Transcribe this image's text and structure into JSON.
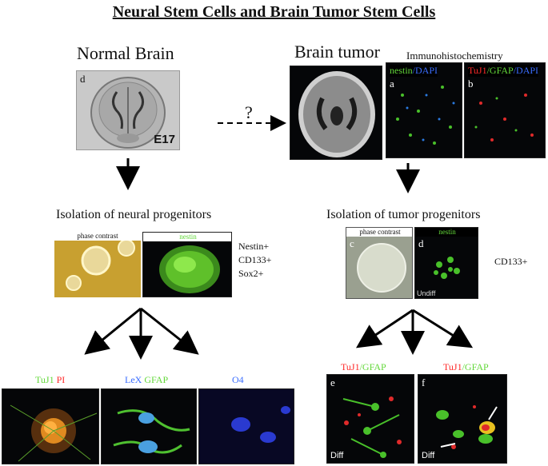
{
  "title": "Neural Stem Cells and Brain Tumor Stem Cells",
  "normal": {
    "header": "Normal Brain",
    "panel_letter": "d",
    "stage": "E17",
    "isolation": "Isolation of neural progenitors",
    "phase_label": "phase contrast",
    "nestin_label": "nestin",
    "markers": [
      "Nestin+",
      "CD133+",
      "Sox2+"
    ],
    "diff": [
      {
        "parts": [
          {
            "text": "TuJ1",
            "color": "green"
          },
          {
            "text": " PI",
            "color": "red"
          }
        ]
      },
      {
        "parts": [
          {
            "text": "LeX",
            "color": "blue"
          },
          {
            "text": " GFAP",
            "color": "green"
          }
        ]
      },
      {
        "parts": [
          {
            "text": "O4",
            "color": "blue"
          }
        ]
      }
    ]
  },
  "question": "?",
  "tumor": {
    "header": "Brain tumor",
    "ihc": "Immunohistochemistry",
    "panel_a": {
      "letter": "a",
      "parts": [
        {
          "text": "nestin",
          "color": "green"
        },
        {
          "text": "/DAPI",
          "color": "blue"
        }
      ]
    },
    "panel_b": {
      "letter": "b",
      "parts": [
        {
          "text": "TuJ1",
          "color": "red"
        },
        {
          "text": "/GFAP",
          "color": "green"
        },
        {
          "text": "/DAPI",
          "color": "blue"
        }
      ]
    },
    "isolation": "Isolation of tumor progenitors",
    "panel_c": {
      "letter": "c",
      "label": "phase contrast"
    },
    "panel_d": {
      "letter": "d",
      "label": "nestin",
      "state": "Undiff"
    },
    "marker": "CD133+",
    "panel_e": {
      "letter": "e",
      "state": "Diff"
    },
    "panel_f": {
      "letter": "f",
      "state": "Diff"
    },
    "diff_label": [
      {
        "text": "TuJ1",
        "color": "red"
      },
      {
        "text": "/GFAP",
        "color": "green"
      }
    ]
  }
}
